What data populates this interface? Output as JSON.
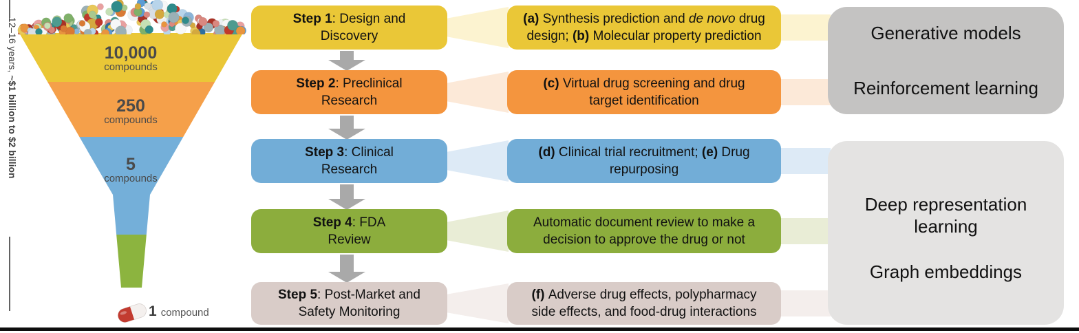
{
  "figure": {
    "funnel": {
      "axis_label": {
        "regular": "12–16 years, ",
        "bold": "~$1 billion to $2 billion"
      },
      "stages": [
        {
          "value": "10,000",
          "unit": "compounds"
        },
        {
          "value": "250",
          "unit": "compounds"
        },
        {
          "value": "5",
          "unit": "compounds"
        }
      ],
      "outcome": {
        "value": "1",
        "unit": "compound"
      }
    },
    "steps": [
      {
        "color": "#eac737",
        "tint": "#fcf3d0",
        "lines": [
          [
            {
              "t": "Step 1",
              "b": 1
            },
            {
              "t": ": Design and"
            }
          ],
          [
            {
              "t": "Discovery"
            }
          ]
        ]
      },
      {
        "color": "#f4953e",
        "tint": "#fce9d8",
        "lines": [
          [
            {
              "t": "Step 2",
              "b": 1
            },
            {
              "t": ": Preclinical"
            }
          ],
          [
            {
              "t": "Research"
            }
          ]
        ]
      },
      {
        "color": "#72add7",
        "tint": "#ddeaf6",
        "lines": [
          [
            {
              "t": "Step 3",
              "b": 1
            },
            {
              "t": ": Clinical"
            }
          ],
          [
            {
              "t": "Research"
            }
          ]
        ]
      },
      {
        "color": "#8cad3d",
        "tint": "#e9edd6",
        "lines": [
          [
            {
              "t": "Step 4",
              "b": 1
            },
            {
              "t": ": FDA"
            }
          ],
          [
            {
              "t": "Review"
            }
          ]
        ]
      },
      {
        "color": "#d9ccc8",
        "tint": "#f4eeec",
        "lines": [
          [
            {
              "t": "Step 5",
              "b": 1
            },
            {
              "t": ": Post-Market and"
            }
          ],
          [
            {
              "t": "Safety Monitoring"
            }
          ]
        ]
      }
    ],
    "applications": [
      {
        "color": "#eac737",
        "lines": [
          [
            {
              "t": "(a) ",
              "b": 1
            },
            {
              "t": "Synthesis prediction and "
            },
            {
              "t": "de novo",
              "i": 1
            },
            {
              "t": " drug"
            }
          ],
          [
            {
              "t": "design; "
            },
            {
              "t": "(b) ",
              "b": 1
            },
            {
              "t": "Molecular property prediction"
            }
          ]
        ]
      },
      {
        "color": "#f4953e",
        "lines": [
          [
            {
              "t": "(c) ",
              "b": 1
            },
            {
              "t": "Virtual drug screening and drug"
            }
          ],
          [
            {
              "t": "target identification"
            }
          ]
        ]
      },
      {
        "color": "#72add7",
        "lines": [
          [
            {
              "t": "(d) ",
              "b": 1
            },
            {
              "t": "Clinical trial recruitment; "
            },
            {
              "t": "(e) ",
              "b": 1
            },
            {
              "t": "Drug"
            }
          ],
          [
            {
              "t": "repurposing"
            }
          ]
        ]
      },
      {
        "color": "#8cad3d",
        "lines": [
          [
            {
              "t": "Automatic document review to make a"
            }
          ],
          [
            {
              "t": "decision to approve the drug or not"
            }
          ]
        ]
      },
      {
        "color": "#d9ccc8",
        "lines": [
          [
            {
              "t": "(f) ",
              "b": 1
            },
            {
              "t": "Adverse drug effects, polypharmacy"
            }
          ],
          [
            {
              "t": "side effects, and food-drug interactions"
            }
          ]
        ]
      }
    ],
    "methods": [
      {
        "color": "#c4c3c2",
        "labels": [
          "Generative models",
          "Reinforcement learning"
        ]
      },
      {
        "color": "#e4e3e2",
        "labels": [
          "Deep representation learning",
          "Graph embeddings"
        ]
      }
    ],
    "colors": {
      "funnel_yellow": "#eac737",
      "funnel_orange": "#f5a04a",
      "funnel_blue": "#74afd9",
      "funnel_green": "#8cb43f",
      "arrow_gray": "#a9a9a9",
      "axis_line": "#3b3b3b",
      "capsule_red": "#c23b30",
      "capsule_white": "#f4f0ee",
      "bottom_line": "#0d0d0d",
      "pills_palette": [
        "#edf1f4",
        "#f6f7f8",
        "#d9dfe4",
        "#7fb069",
        "#a9c98f",
        "#4e9b8f",
        "#2e8b8b",
        "#5b9bd5",
        "#8ab4d8",
        "#b8d4ea",
        "#2e6e9e",
        "#e8943f",
        "#d97a35",
        "#c0392b",
        "#a93226",
        "#e8c85a",
        "#d4a93f",
        "#e8a0a0",
        "#d98880",
        "#c5e0b4",
        "#9bb0b5"
      ]
    }
  }
}
